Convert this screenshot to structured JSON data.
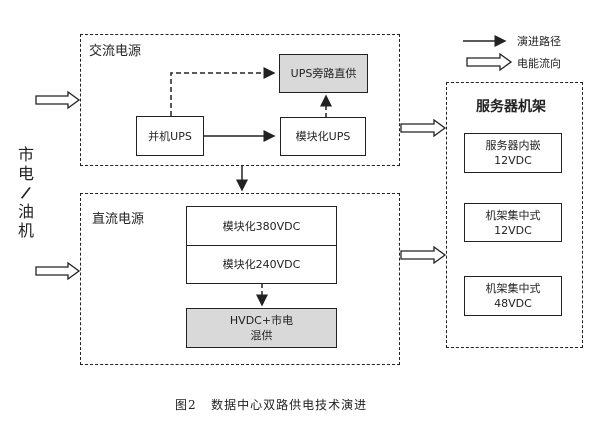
{
  "source_label": [
    "市",
    "电",
    "/",
    "油",
    "机"
  ],
  "legend": {
    "evolution_path": "演进路径",
    "energy_flow": "电能流向"
  },
  "ac_group": {
    "title": "交流电源",
    "parallel_ups": "并机UPS",
    "ups_bypass": "UPS旁路直供",
    "modular_ups": "模块化UPS"
  },
  "dc_group": {
    "title": "直流电源",
    "modular_380": "模块化380VDC",
    "modular_240": "模块化240VDC",
    "hvdc_mix_line1": "HVDC+市电",
    "hvdc_mix_line2": "混供"
  },
  "rack_group": {
    "title": "服务器机架",
    "server_embedded_line1": "服务器内嵌",
    "server_embedded_line2": "12VDC",
    "rack_12_line1": "机架集中式",
    "rack_12_line2": "12VDC",
    "rack_48_line1": "机架集中式",
    "rack_48_line2": "48VDC"
  },
  "caption": "图2   数据中心双路供电技术演进"
}
